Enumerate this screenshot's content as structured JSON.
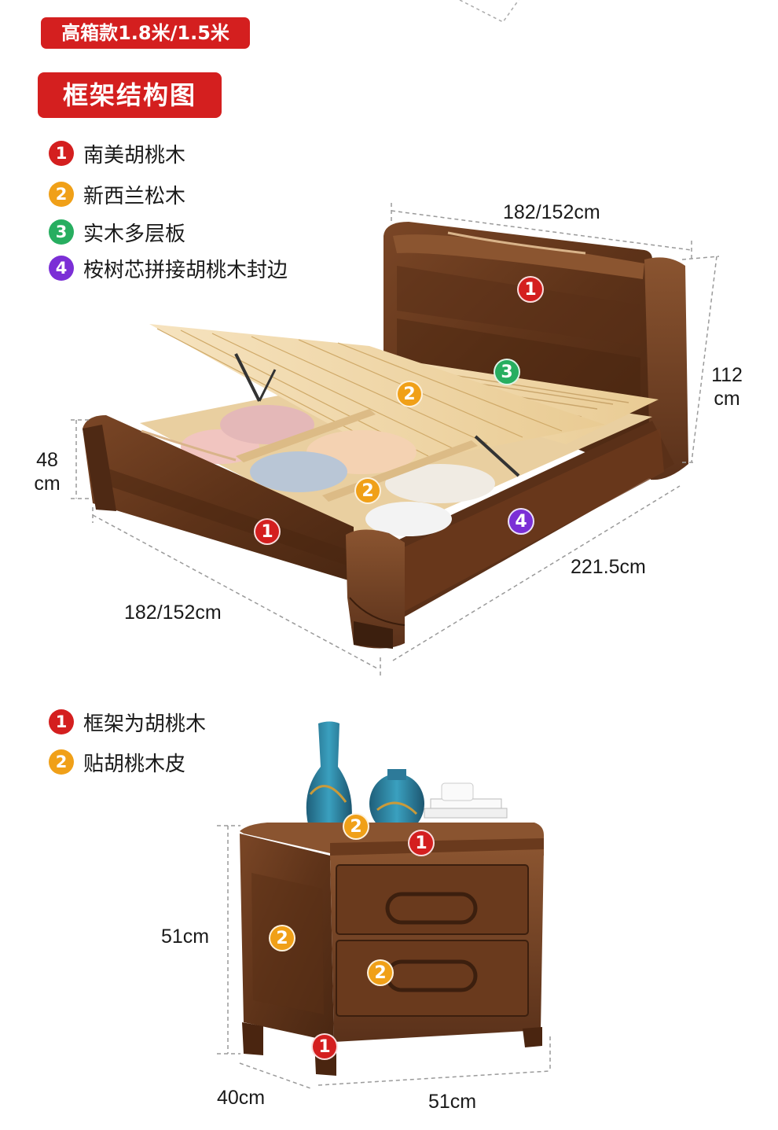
{
  "colors": {
    "red": "#d41f1f",
    "orange": "#f0a018",
    "green": "#27ae60",
    "purple": "#7b2fd6",
    "walnut": "#6b3b1f",
    "pine": "#f1d9ad"
  },
  "header": {
    "model_tag": "高箱款1.8米/1.5米",
    "section_title": "框架结构图"
  },
  "bed_legend": [
    {
      "num": "1",
      "label": "南美胡桃木"
    },
    {
      "num": "2",
      "label": "新西兰松木"
    },
    {
      "num": "3",
      "label": "实木多层板"
    },
    {
      "num": "4",
      "label": "桉树芯拼接胡桃木封边"
    }
  ],
  "bed_dims": {
    "top_width": "182/152cm",
    "height": "112\ncm",
    "foot_height": "48\ncm",
    "front_width": "182/152cm",
    "length": "221.5cm"
  },
  "bed_markers": [
    "1",
    "3",
    "2",
    "2",
    "4",
    "1"
  ],
  "nightstand_legend": [
    {
      "num": "1",
      "label": "框架为胡桃木"
    },
    {
      "num": "2",
      "label": "贴胡桃木皮"
    }
  ],
  "nightstand_dims": {
    "height": "51cm",
    "depth": "40cm",
    "width": "51cm"
  },
  "nightstand_markers": [
    "2",
    "1",
    "2",
    "2",
    "1"
  ]
}
